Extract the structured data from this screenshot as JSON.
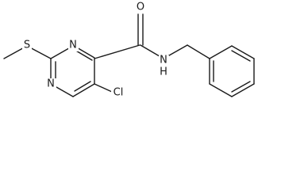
{
  "structure": {
    "atoms": [
      {
        "id": "S1",
        "label": "S"
      },
      {
        "id": "N1",
        "label": "N"
      },
      {
        "id": "N3",
        "label": "N"
      },
      {
        "id": "O1",
        "label": "O"
      },
      {
        "id": "N_amide",
        "label": "N"
      },
      {
        "id": "H_amide",
        "label": "H"
      },
      {
        "id": "Cl1",
        "label": "Cl"
      }
    ]
  }
}
